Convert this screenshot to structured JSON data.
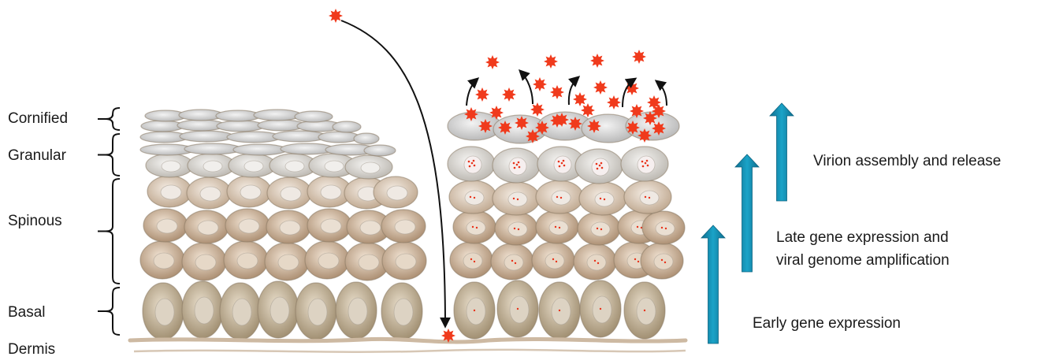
{
  "layers": {
    "cornified": "Cornified",
    "granular": "Granular",
    "spinous": "Spinous",
    "basal": "Basal",
    "dermis": "Dermis"
  },
  "stages": {
    "virion": "Virion assembly and release",
    "late_line1": "Late gene expression and",
    "late_line2": "viral genome amplification",
    "early": "Early gene expression"
  },
  "colors": {
    "virion": "#f03a1c",
    "arrow": "#1aa3c8",
    "basal_cell": "#c2b59c",
    "spinous_cell": "#d6bfa5",
    "granular_cell": "#e2dfda",
    "cornified_cell": "#d8d8d8",
    "dermis": "#cdb9a2"
  }
}
